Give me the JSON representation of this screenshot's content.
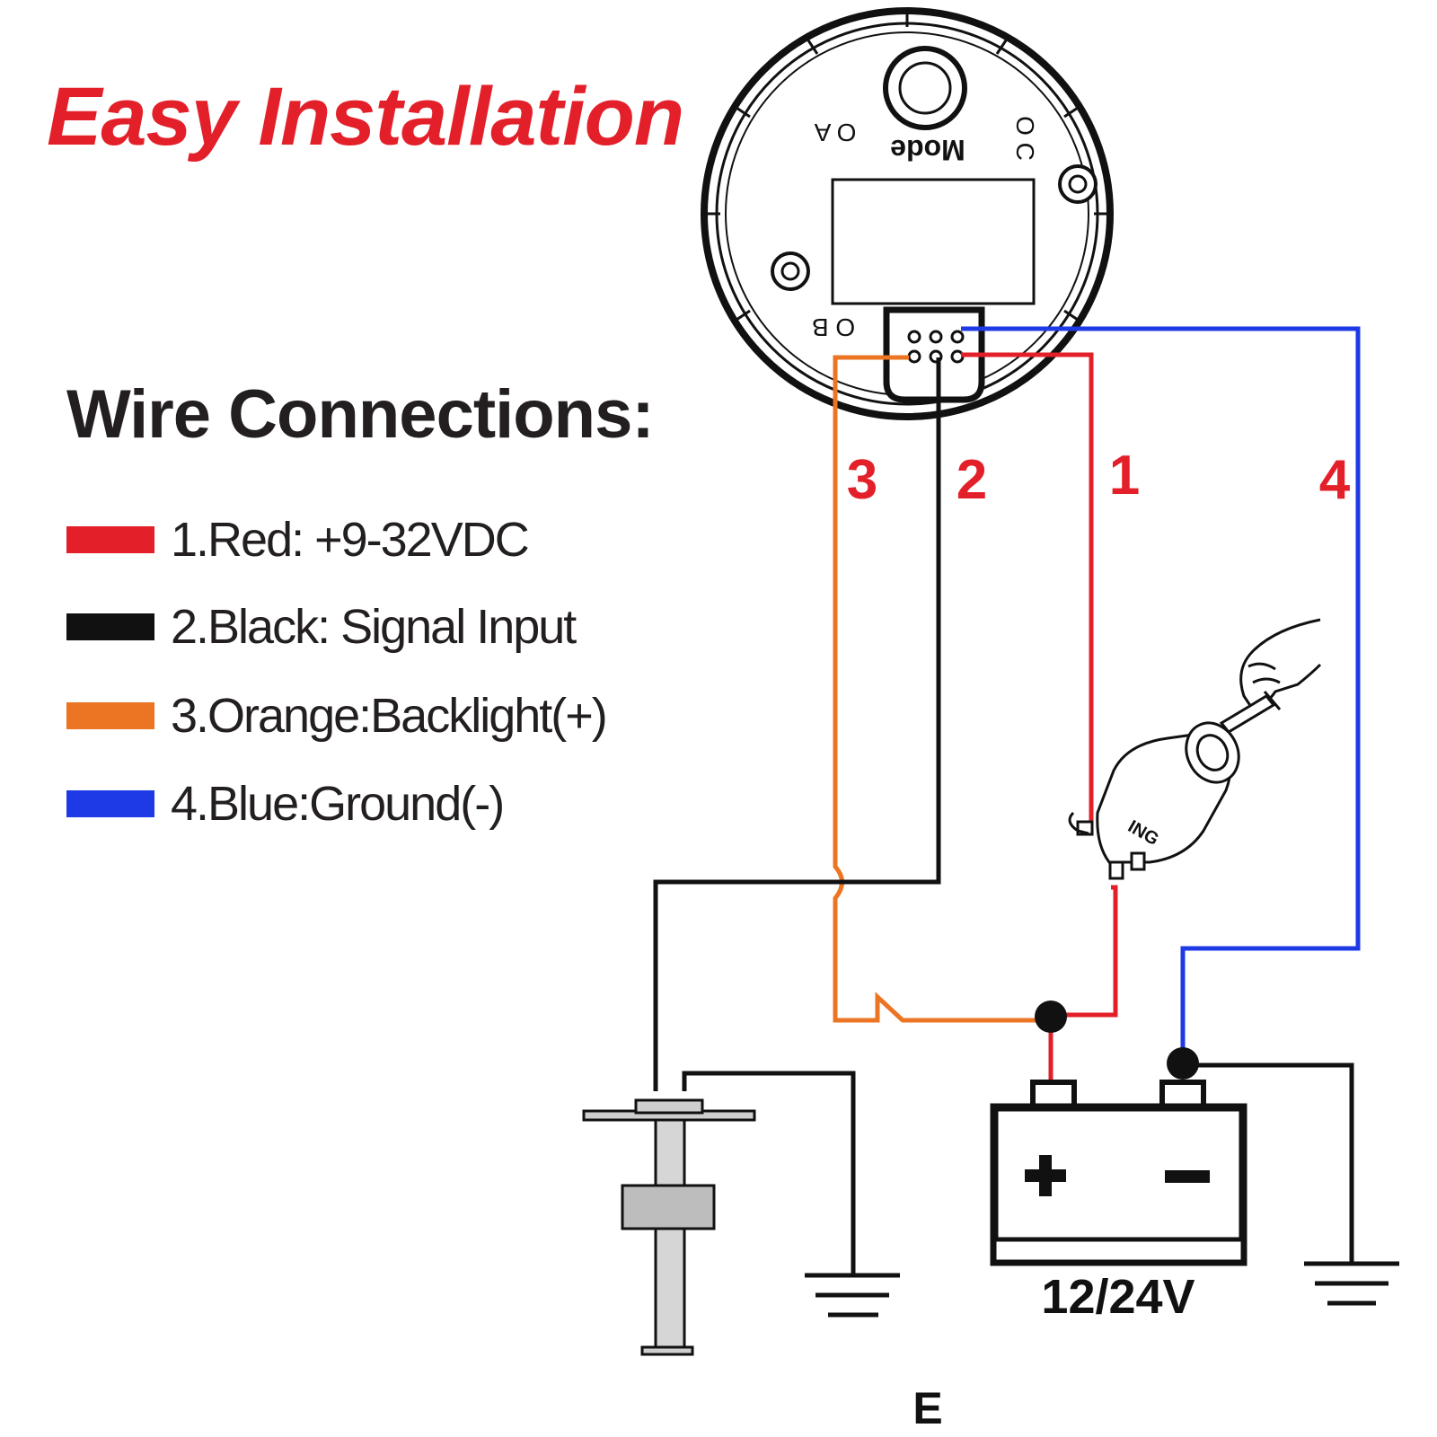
{
  "title": "Easy Installation",
  "wire_section": {
    "heading": "Wire Connections:",
    "items": [
      {
        "label": "1.Red: +9-32VDC",
        "color": "#e3202a"
      },
      {
        "label": "2.Black: Signal Input",
        "color": "#111111"
      },
      {
        "label": "3.Orange:Backlight(+)",
        "color": "#ec7524"
      },
      {
        "label": "4.Blue:Ground(-)",
        "color": "#1e3ae6"
      }
    ]
  },
  "gauge": {
    "mode_label": "Mode",
    "a_label": "O A",
    "b_label": "O B",
    "c_label": "O C"
  },
  "wire_numbers": [
    "1",
    "2",
    "3",
    "4"
  ],
  "ignition_label": "ING",
  "battery": {
    "label": "12/24V",
    "plus": "+",
    "minus": "−"
  },
  "sender_label": "E",
  "colors": {
    "red": "#e3202a",
    "black": "#111111",
    "orange": "#ec7524",
    "blue": "#1e3ae6",
    "number_red": "#e3202a",
    "title_red": "#e3202a"
  }
}
